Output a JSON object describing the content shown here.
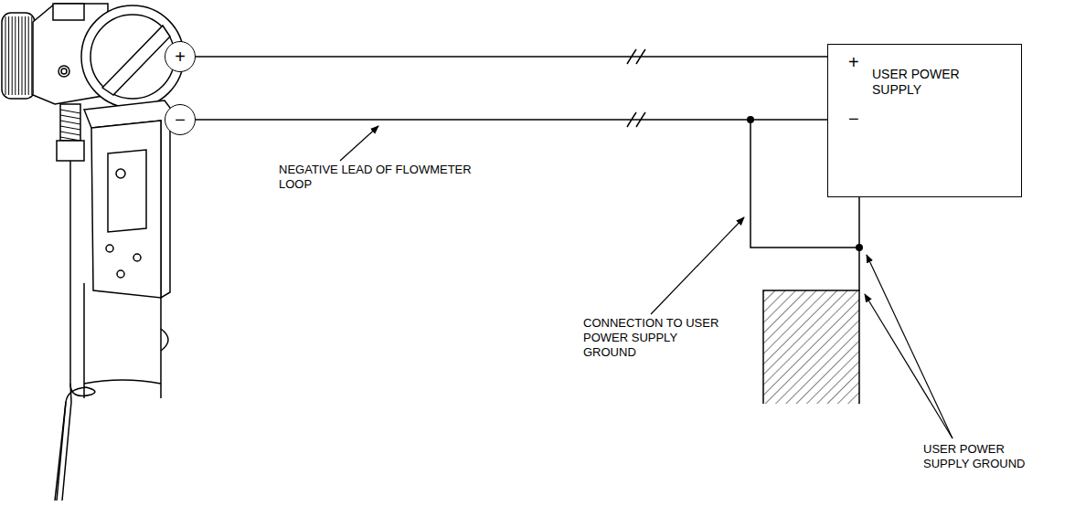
{
  "diagram": {
    "nodes": [
      {
        "text": [
          "+"
        ]
      },
      {
        "text": [
          "−"
        ]
      },
      {
        "text": [
          "+",
          "USER POWER SUPPLY",
          "−"
        ]
      }
    ],
    "edges": [
      {
        "from": 0,
        "to": 2,
        "arrow": "none"
      },
      {
        "from": 1,
        "to": 2,
        "arrow": "none"
      }
    ],
    "labels": [
      "NEGATIVE LEAD OF FLOWMETER LOOP",
      "CONNECTION TO USER POWER SUPPLY GROUND",
      "USER POWER SUPPLY GROUND"
    ]
  }
}
